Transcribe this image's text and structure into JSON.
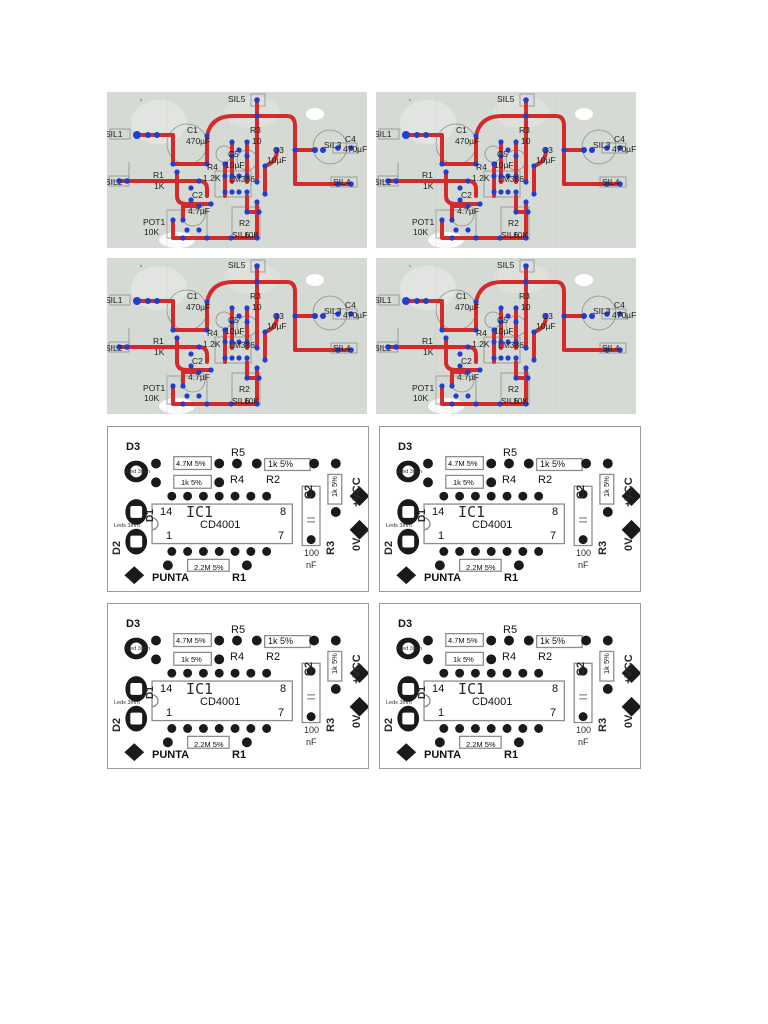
{
  "amp_board": {
    "labels": {
      "sil1": "SIL1",
      "sil2": "SIL2",
      "sil3": "SIL3",
      "sil4": "SIL4",
      "sil5": "SIL5",
      "sil6": "SIL6",
      "c1": "C1",
      "c1_val": "470µF",
      "c2": "C2",
      "c2_val": "4.7µF",
      "c3": "C3",
      "c3_val": "10µF",
      "c4": "C4",
      "c4_val": "470µF",
      "c5": "C5",
      "c5_val": "10µF",
      "r1": "R1",
      "r1_val": "1K",
      "r2": "R2",
      "r2_val": "10K",
      "r3": "R3",
      "r3_val": "10",
      "r4": "R4",
      "r4_val": "1.2K",
      "pot1": "POT1",
      "pot1_val": "10K",
      "ic": "LM386"
    },
    "colors": {
      "board": "#d6dad5",
      "trace": "#d42a2a",
      "pad": "#1f3fd1",
      "silk": "#8a8e8a"
    }
  },
  "logic_board": {
    "labels": {
      "d1": "D1",
      "d2": "D2",
      "d3": "D3",
      "r1": "R1",
      "r1_val": "2.2M 5%",
      "r2": "R2",
      "r2_val": "1k 5%",
      "r3": "R3",
      "r3_val": "1k 5%",
      "r4": "R4",
      "r4_val": "1k 5%",
      "r5": "R5",
      "r5_val": "4.7M 5%",
      "c2": "C2",
      "c2_val_a": "100",
      "c2_val_b": "nF",
      "ic": "IC1",
      "ic_part": "CD4001",
      "pin14": "14",
      "pin8": "8",
      "pin1": "1",
      "pin7": "7",
      "vcc": "+VCC",
      "gnd": "0V",
      "punta": "PUNTA",
      "led_mm": "Leds 3mm",
      "led_small": "Led 3mm"
    },
    "colors": {
      "pad": "#1a1a1a",
      "silk": "#8c8c8c",
      "frame": "#9b9b9b"
    }
  }
}
